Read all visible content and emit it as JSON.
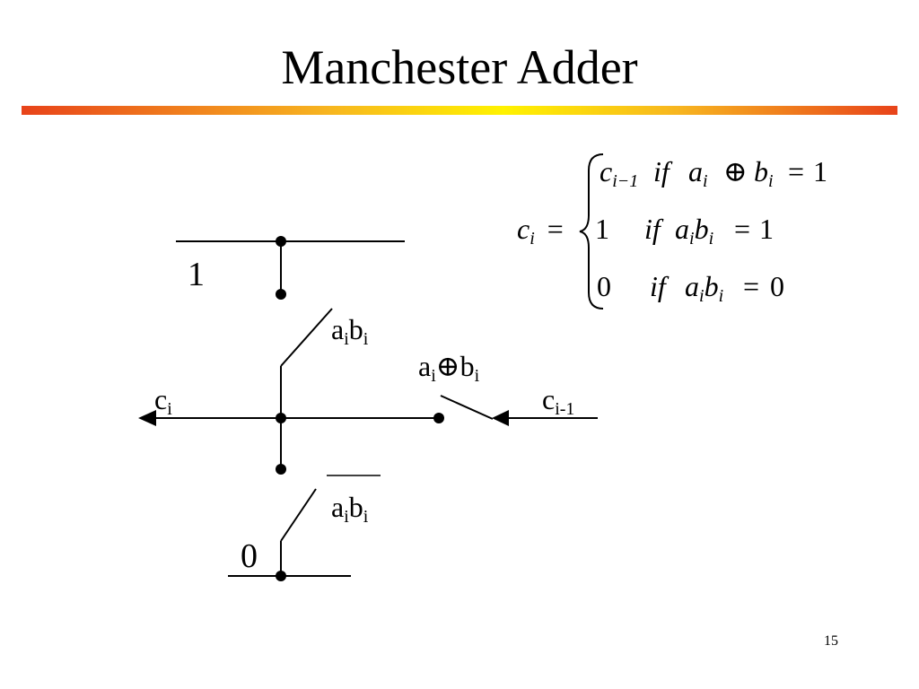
{
  "slide": {
    "title": "Manchester Adder",
    "page_number": "15"
  },
  "diagram": {
    "const_one": "1",
    "const_zero": "0",
    "label_ab": {
      "a": "a",
      "b": "b",
      "sub": "i"
    },
    "label_axorb": {
      "a": "a",
      "op": "⊕",
      "b": "b",
      "sub": "i"
    },
    "label_ab_bar": {
      "a": "a",
      "b": "b",
      "sub": "i"
    },
    "label_ci": {
      "base": "c",
      "sub": "i"
    },
    "label_ci_1": {
      "base": "c",
      "sub": "i-1"
    }
  },
  "equation": {
    "lhs": {
      "base": "c",
      "sub": "i"
    },
    "equals": "=",
    "cases": [
      {
        "value": "c",
        "value_sub": "i−1",
        "cond_if": "if",
        "cond_a": "a",
        "cond_op": "⊕",
        "cond_b": "b",
        "cond_sub": "i",
        "cond_eq": "=",
        "cond_rhs": "1"
      },
      {
        "value": "1",
        "cond_if": "if",
        "cond_a": "a",
        "cond_b": "b",
        "cond_sub": "i",
        "cond_eq": "=",
        "cond_rhs": "1"
      },
      {
        "value": "0",
        "cond_if": "if",
        "cond_a": "a",
        "cond_b": "b",
        "cond_sub": "i",
        "cond_eq": "=",
        "cond_rhs": "0"
      }
    ]
  }
}
